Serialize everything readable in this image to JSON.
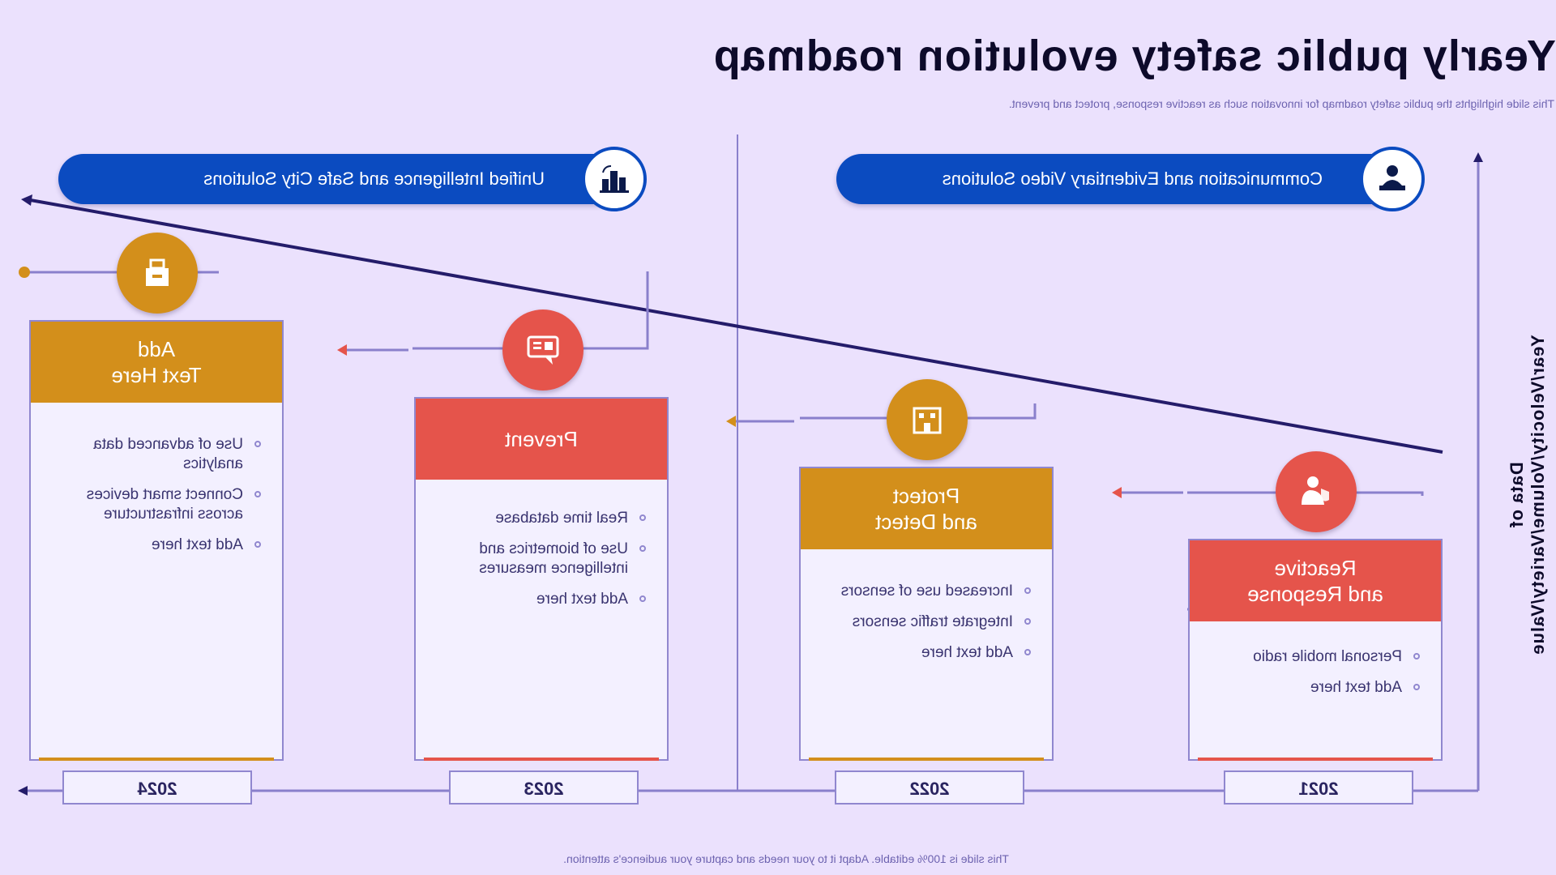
{
  "title": "Yearly public safety evolution roadmap",
  "subtitle": "This slide highlights the public safety roadmap for innovation such as reactive response, protect and prevent.",
  "footer": "This slide is 100% editable. Adapt it to your needs and capture your audience's attention.",
  "side_label": "Data of Year/Velocity/Volume/Variety/Value",
  "solutions": [
    {
      "label": "Communication and Evidentiary Video Solutions",
      "icon": "user-desk-icon"
    },
    {
      "label": "Unified Intelligence and Safe City Solutions",
      "icon": "city-network-icon"
    }
  ],
  "stages": [
    {
      "year": "2021",
      "heading_line1": "Reactive",
      "heading_line2": "and Response",
      "color": "#e5544b",
      "icon": "user-shield-icon",
      "bullets": [
        "Personal mobile radio",
        "Add text here"
      ]
    },
    {
      "year": "2022",
      "heading_line1": "Protect",
      "heading_line2": "and Detect",
      "color": "#d38f1b",
      "icon": "building-icon",
      "bullets": [
        "Increased use of sensors",
        "Integrate traffic sensors",
        "Add text here"
      ]
    },
    {
      "year": "2023",
      "heading_line1": "Prevent",
      "heading_line2": "",
      "color": "#e5544b",
      "icon": "chat-screen-icon",
      "bullets": [
        "Real time database",
        "Use of biometrics and intelligence measures",
        "Add text here"
      ]
    },
    {
      "year": "2024",
      "heading_line1": "Add",
      "heading_line2": "Text Here",
      "color": "#d38f1b",
      "icon": "podium-icon",
      "bullets": [
        "Use of advanced data analytics",
        "Connect smart devices across infrastructure",
        "Add text here"
      ]
    }
  ]
}
